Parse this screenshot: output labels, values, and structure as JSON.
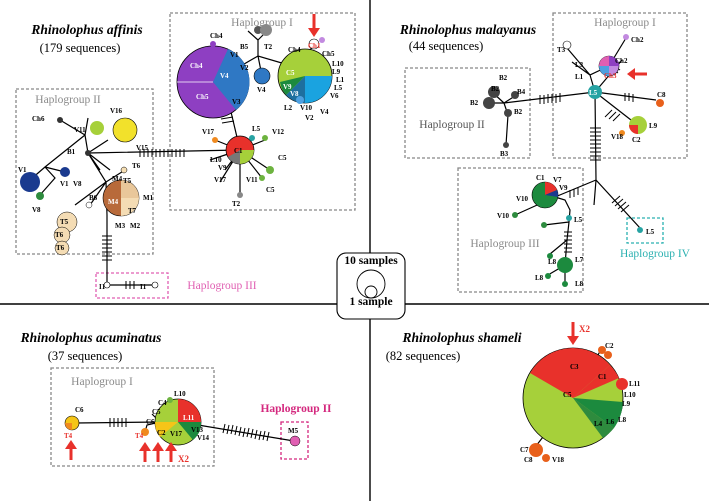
{
  "colors": {
    "red_accent": "#e8312b",
    "haplogroup_gray": "#8a8a8a",
    "haplogroup_pink": "#e05fb2",
    "haplogroup_cyan": "#2ab0b0",
    "haplogroup_magenta": "#d4287e"
  },
  "panels": {
    "affinis": {
      "species": "Rhinolophus affinis",
      "count": "(179 sequences)",
      "hg1": "Haplogroup I",
      "hg2": "Haplogroup II",
      "hg3": "Haplogroup III"
    },
    "malayanus": {
      "species": "Rhinolophus malayanus",
      "count": "(44 sequences)",
      "hg1": "Haplogroup I",
      "hg2": "Haplogroup II",
      "hg3": "Haplogroup III",
      "hg4": "Haplogroup IV"
    },
    "acuminatus": {
      "species": "Rhinolophus acuminatus",
      "count": "(37 sequences)",
      "hg1": "Haplogroup I",
      "hg2": "Haplogroup II"
    },
    "shameli": {
      "species": "Rhinolophus shameli",
      "count": "(82 sequences)"
    }
  },
  "legend": {
    "large": "10 samples",
    "small": "1 sample"
  },
  "annotations": {
    "x2": "X2"
  },
  "node_labels": {
    "affinis": [
      "Ch4",
      "Ch4",
      "Ch5",
      "V4",
      "V1",
      "V2",
      "V3",
      "B5",
      "T2",
      "V4",
      "Ch4",
      "Ch1",
      "Ch5",
      "L10",
      "L9",
      "L1",
      "L5",
      "V6",
      "C5",
      "V9",
      "V8",
      "L2",
      "V10",
      "V2",
      "V4",
      "C1",
      "L5",
      "V12",
      "V17",
      "L10",
      "V9",
      "V17",
      "V11",
      "C5",
      "C5",
      "T2",
      "Ch6",
      "V11",
      "V16",
      "V15",
      "B1",
      "V1",
      "V1",
      "V8",
      "V8",
      "T6",
      "M4",
      "T5",
      "B6",
      "M4",
      "T7",
      "M1",
      "M3",
      "M2",
      "T5",
      "T6",
      "T6",
      "I1",
      "I1"
    ],
    "malayanus": [
      "T3",
      "Ch2",
      "L3",
      "Ch2",
      "L1",
      "Ch3",
      "L5",
      "B2",
      "B2",
      "B4",
      "B2",
      "B2",
      "B3",
      "C8",
      "V18",
      "L9",
      "C2",
      "C1",
      "V7",
      "V9",
      "V10",
      "V10",
      "L5",
      "L5",
      "L7",
      "L8",
      "L8",
      "L8"
    ],
    "acuminatus": [
      "C6",
      "T4",
      "L10",
      "C4",
      "C5",
      "C6",
      "L11",
      "T4",
      "C2",
      "V17",
      "V13",
      "V14",
      "M5"
    ],
    "shameli": [
      "C2",
      "C3",
      "C1",
      "L11",
      "L10",
      "C5",
      "L9",
      "L4",
      "L6",
      "L8",
      "C7",
      "C8",
      "V18"
    ]
  }
}
